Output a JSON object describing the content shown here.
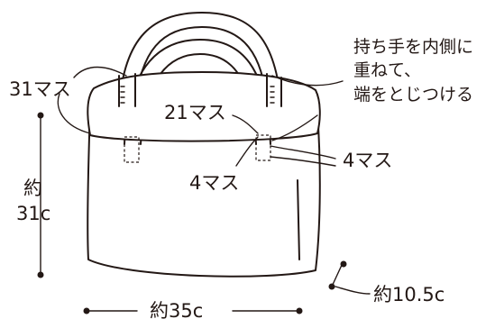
{
  "labels": {
    "handle_note_line1": "持ち手を内側に",
    "handle_note_line2": "重ねて、",
    "handle_note_line3": "端をとじつける",
    "stitch_top": "31マス",
    "stitch_handle": "21マス",
    "stitch_right": "4マス",
    "stitch_left": "4マス",
    "height_line1": "約",
    "height_line2": "31c",
    "width": "約35c",
    "depth": "約10.5c"
  }
}
